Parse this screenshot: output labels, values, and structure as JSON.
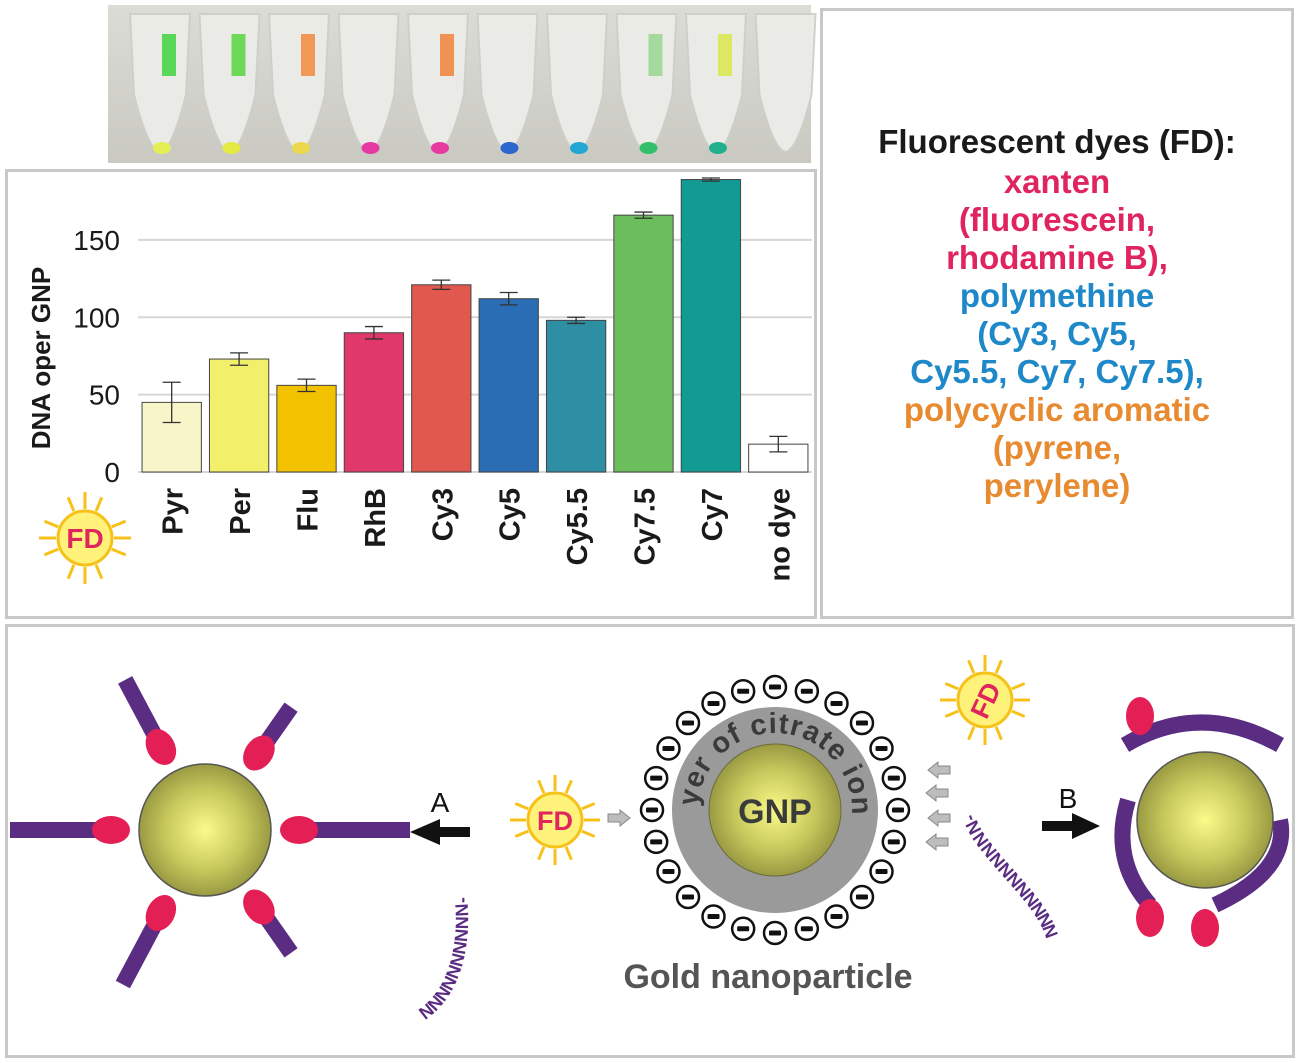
{
  "chart_data": {
    "type": "bar",
    "ylabel": "DNA oper GNP",
    "ylim": [
      0,
      190
    ],
    "yticks": [
      0,
      50,
      100,
      150
    ],
    "grid": true,
    "categories": [
      "Pyr",
      "Per",
      "Flu",
      "RhB",
      "Cy3",
      "Cy5",
      "Cy5.5",
      "Cy7.5",
      "Cy7",
      "no dye"
    ],
    "values": [
      45,
      73,
      56,
      90,
      121,
      112,
      98,
      166,
      189,
      18
    ],
    "errors": [
      13,
      4,
      4,
      4,
      3,
      4,
      2,
      2,
      1,
      5
    ],
    "colors": [
      "#f8f6c8",
      "#f2f06a",
      "#f2c200",
      "#e0386a",
      "#e0584e",
      "#2a6db5",
      "#2e8ea4",
      "#6cbd5c",
      "#129a94",
      "#ffffff"
    ]
  },
  "photo": {
    "tubes": [
      {
        "label_color": "#3fd43f",
        "dot_color": "#e4ee55"
      },
      {
        "label_color": "#58d640",
        "dot_color": "#e4ea40"
      },
      {
        "label_color": "#f28a3a",
        "dot_color": "#ecd84a"
      },
      {
        "label_color": "",
        "dot_color": "#e63aa2"
      },
      {
        "label_color": "#f0823a",
        "dot_color": "#e83aa0"
      },
      {
        "label_color": "",
        "dot_color": "#2d66cc"
      },
      {
        "label_color": "",
        "dot_color": "#22a6d4"
      },
      {
        "label_color": "#9ad690",
        "dot_color": "#33c06a"
      },
      {
        "label_color": "#dbe84a",
        "dot_color": "#22b08c"
      },
      {
        "label_color": "",
        "dot_color": ""
      }
    ]
  },
  "fd_badge": "FD",
  "legend": {
    "title": "Fluorescent dyes (FD):",
    "lines": [
      {
        "text": "xanten",
        "color": "#e0245e"
      },
      {
        "text": "(fluorescein,",
        "color": "#e0245e"
      },
      {
        "text": "rhodamine B),",
        "color": "#e0245e"
      },
      {
        "text": "polymethine",
        "color": "#1e88c8"
      },
      {
        "text": "(Cy3, Cy5,",
        "color": "#1e88c8"
      },
      {
        "text": "Cy5.5, Cy7, Cy7.5),",
        "color": "#1e88c8"
      },
      {
        "text": "polycyclic aromatic",
        "color": "#e88a30"
      },
      {
        "text": "(pyrene,",
        "color": "#e88a30"
      },
      {
        "text": "perylene)",
        "color": "#e88a30"
      }
    ]
  },
  "schematic": {
    "gnp_label": "GNP",
    "layer_label": "layer of citrate ions",
    "caption": "Gold nanoparticle",
    "arrow_a": "A",
    "arrow_b": "B",
    "oligo_left": "NNNNNNNNNN-",
    "oligo_right": "NNNNNNNNNNN-",
    "charge_symbol": "−",
    "colors": {
      "dna": "#5a2d82",
      "dye": "#e41f55",
      "gnp_center": "#f4f46a",
      "gnp_edge": "#8e8e3c",
      "halo": "#909090",
      "sun": "#f6c21a"
    }
  }
}
